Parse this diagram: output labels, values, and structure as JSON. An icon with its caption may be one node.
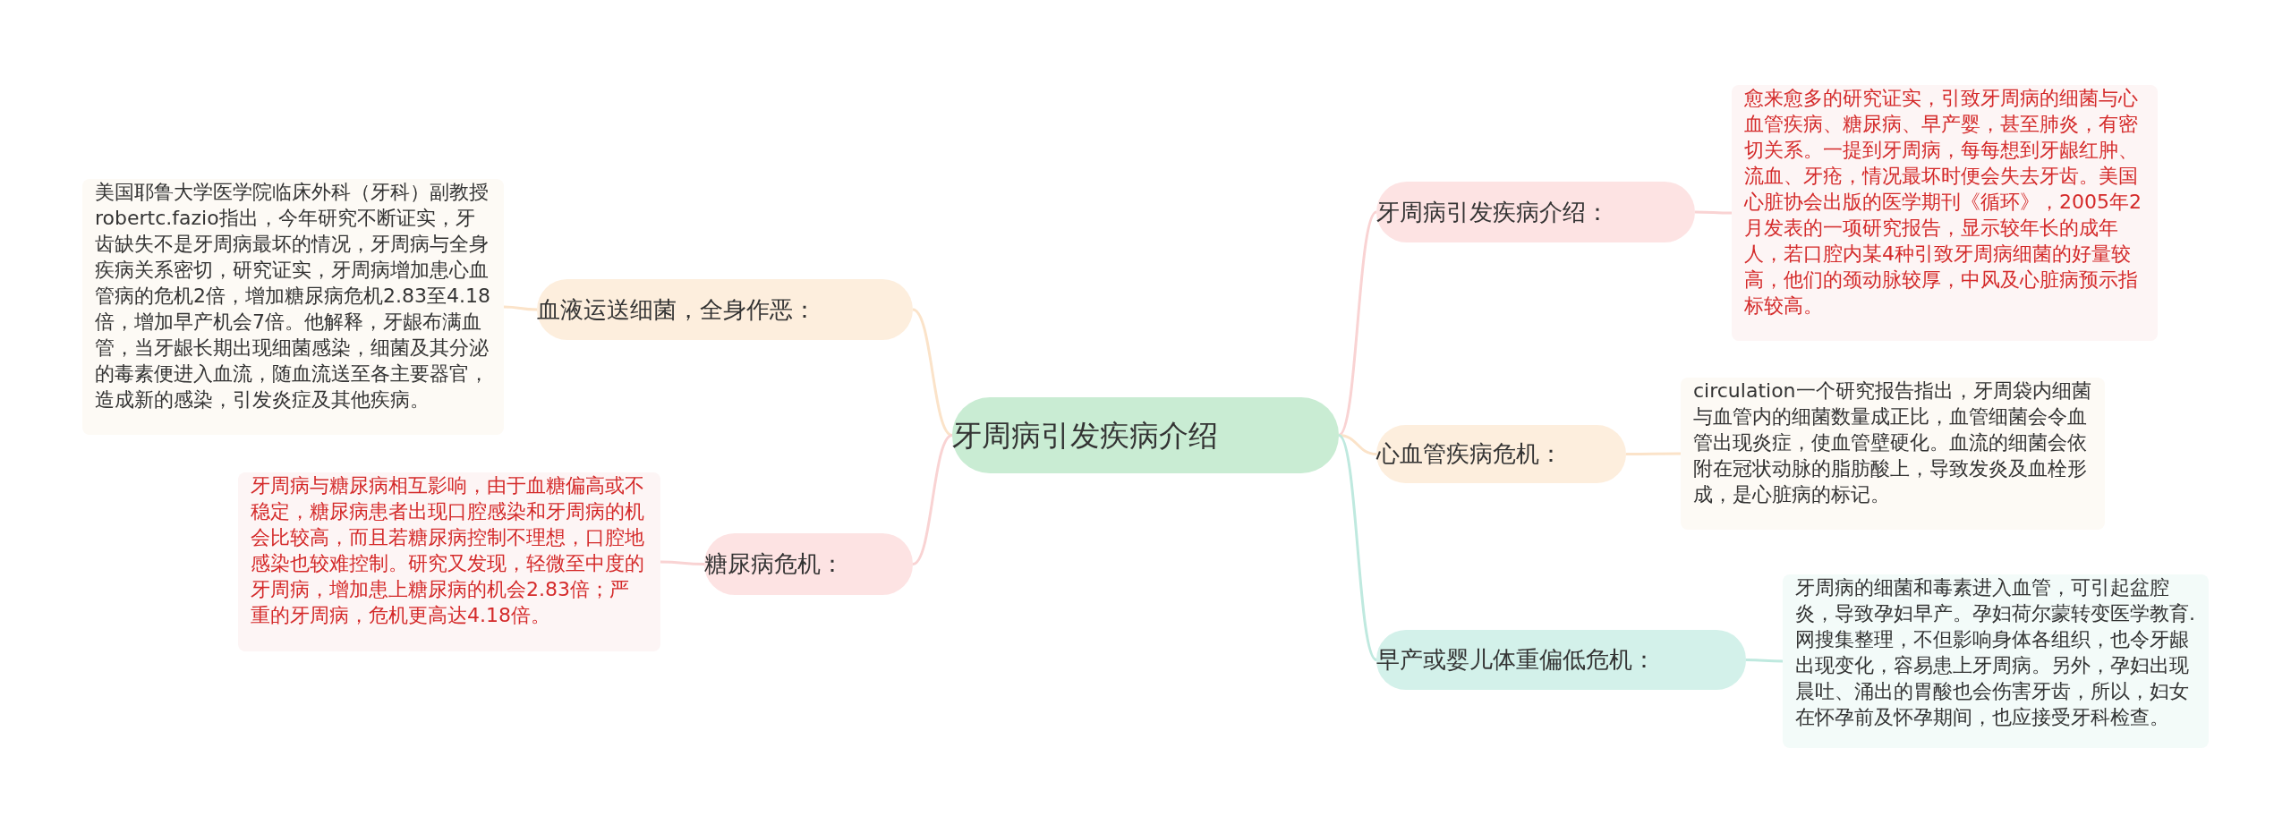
{
  "diagram": {
    "nodes": [
      {
        "text": [
          "牙周病引发疾病介绍"
        ]
      },
      {
        "text": [
          "血液运送细菌，全身作恶："
        ]
      },
      {
        "text": [
          "美国耶鲁大学医学院临床外科（牙科）副教授robertc.fazio指出，今年研究不断证实，牙齿缺失不是牙周病最坏的情况，牙周病与全身疾病关系密切，研究证实，牙周病增加患心血管病的危机2倍，增加糖尿病危机2.83至4.18倍，增加早产机会7倍。他解释，牙龈布满血管，当牙龈长期出现细菌感染，细菌及其分泌的毒素便进入血流，随血流送至各主要器官，造成新的感染，引发炎症及其他疾病。"
        ]
      },
      {
        "text": [
          "糖尿病危机："
        ]
      },
      {
        "text": [
          "牙周病与糖尿病相互影响，由于血糖偏高或不稳定，糖尿病患者出现口腔感染和牙周病的机会比较高，而且若糖尿病控制不理想，口腔地感染也较难控制。研究又发现，轻微至中度的牙周病，增加患上糖尿病的机会2.83倍；严重的牙周病，危机更高达4.18倍。"
        ]
      },
      {
        "text": [
          "牙周病引发疾病介绍："
        ]
      },
      {
        "text": [
          "愈来愈多的研究证实，引致牙周病的细菌与心血管疾病、糖尿病、早产婴，甚至肺炎，有密切关系。一提到牙周病，每每想到牙龈红肿、流血、牙疮，情况最坏时便会失去牙齿。美国心脏协会出版的医学期刊《循环》，2005年2月发表的一项研究报告，显示较年长的成年人，若口腔内某4种引致牙周病细菌的好量较高，他们的颈动脉较厚，中风及心脏病预示指标较高。"
        ]
      },
      {
        "text": [
          "心血管疾病危机："
        ]
      },
      {
        "text": [
          "circulation一个研究报告指出，牙周袋内细菌与血管内的细菌数量成正比，血管细菌会令血管出现炎症，使血管壁硬化。血流的细菌会依附在冠状动脉的脂肪酸上，导致发炎及血栓形成，是心脏病的标记。"
        ]
      },
      {
        "text": [
          "早产或婴儿体重偏低危机："
        ]
      },
      {
        "text": [
          "牙周病的细菌和毒素进入血管，可引起盆腔炎，导致孕妇早产。孕妇荷尔蒙转变医学教育.网搜集整理，不但影响身体各组织，也令牙龈出现变化，容易患上牙周病。另外，孕妇出现晨吐、涌出的胃酸也会伤害牙齿，所以，妇女在怀孕前及怀孕期间，也应接受牙科检查。"
        ]
      }
    ],
    "edges": [
      {
        "from": 0,
        "to": 1,
        "arrow": "none",
        "color": "#fbe3c9"
      },
      {
        "from": 1,
        "to": 2,
        "arrow": "none",
        "color": "#fbe3c9"
      },
      {
        "from": 0,
        "to": 3,
        "arrow": "none",
        "color": "#f9d3d3"
      },
      {
        "from": 3,
        "to": 4,
        "arrow": "none",
        "color": "#f9d3d3"
      },
      {
        "from": 0,
        "to": 5,
        "arrow": "none",
        "color": "#f9d3d3"
      },
      {
        "from": 5,
        "to": 6,
        "arrow": "none",
        "color": "#f9d3d3"
      },
      {
        "from": 0,
        "to": 7,
        "arrow": "none",
        "color": "#fbe3c9"
      },
      {
        "from": 7,
        "to": 8,
        "arrow": "none",
        "color": "#fbe3c9"
      },
      {
        "from": 0,
        "to": 9,
        "arrow": "none",
        "color": "#bfe9df"
      },
      {
        "from": 9,
        "to": 10,
        "arrow": "none",
        "color": "#bfe9df"
      }
    ]
  }
}
